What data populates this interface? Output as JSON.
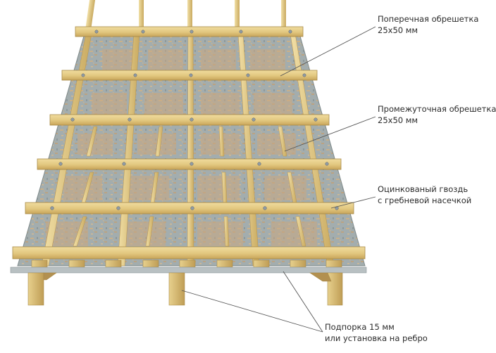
{
  "callouts": {
    "transverse_batten": {
      "line1": "Поперечная обрешетка",
      "line2": "25х50 мм"
    },
    "intermediate_batten": {
      "line1": "Промежуточная обрешетка",
      "line2": "25х50 мм"
    },
    "galvanized_nail": {
      "line1": "Оцинкованый гвоздь",
      "line2": "с гребневой насечкой"
    },
    "support": {
      "line1": "Подпорка 15 мм",
      "line2": "или установка на ребро"
    }
  },
  "colors": {
    "board_base": "#9aa5a6",
    "board_fleck": "#c9b08a",
    "batten_light": "#e6cf8d",
    "batten_dark": "#c9a85a",
    "rafter": "#d8c07e",
    "leader_line": "#555555",
    "nail": "#8f9aa3"
  }
}
